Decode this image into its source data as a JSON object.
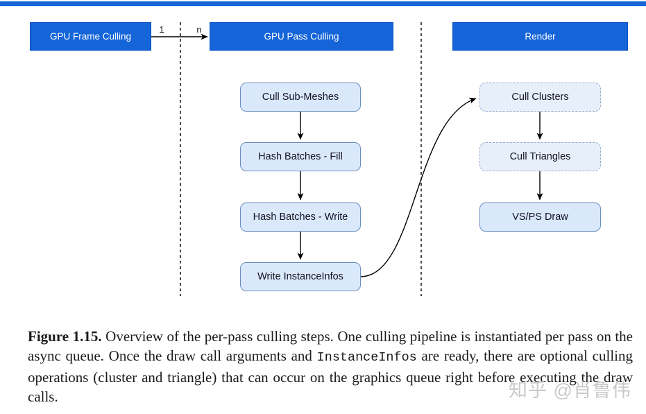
{
  "colors": {
    "header_fill": "#1565d8",
    "header_border": "#0a4fc0",
    "step_fill": "#dae8fc",
    "step_border": "#6c8ebf",
    "optional_step_fill": "#e7effb",
    "optional_step_border": "#98aecb",
    "watermark_gray": "#c9c9c9"
  },
  "headers": {
    "frame_culling": "GPU Frame Culling",
    "pass_culling": "GPU Pass Culling",
    "render": "Render"
  },
  "edge_labels": {
    "from": "1",
    "to": "n"
  },
  "pass_steps": [
    "Cull Sub-Meshes",
    "Hash Batches - Fill",
    "Hash Batches - Write",
    "Write InstanceInfos"
  ],
  "render_steps": [
    {
      "label": "Cull Clusters",
      "style": "dashed"
    },
    {
      "label": "Cull Triangles",
      "style": "dashed"
    },
    {
      "label": "VS/PS Draw",
      "style": "solid"
    }
  ],
  "caption": {
    "label": "Figure 1.15.",
    "before_mono": " Overview of the per-pass culling steps. One culling pipeline is instantiated per pass on the async queue. Once the draw call arguments and ",
    "mono": "InstanceInfos",
    "after_mono": " are ready, there are optional culling operations (cluster and triangle) that can occur on the graphics queue right before executing the draw calls."
  },
  "watermark": "知乎 @肖鲁伟"
}
